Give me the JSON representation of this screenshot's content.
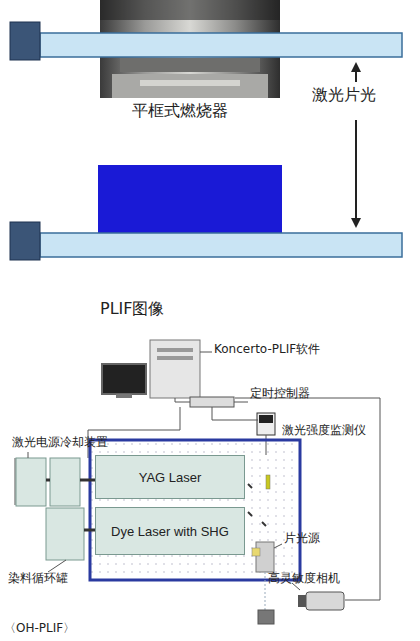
{
  "diagram": {
    "caption": "〈OH-PLIF〉",
    "nodes": [
      {
        "text": [
          "YAG Laser"
        ]
      },
      {
        "text": [
          "Dye Laser with SHG"
        ]
      }
    ],
    "labels": [
      "激光片光",
      "平框式燃烧器",
      "PLIF图像",
      "Koncerto-PLIF软件",
      "定时控制器",
      "激光强度监测仪",
      "激光电源冷却装置",
      "染料循环罐",
      "片光源",
      "高灵敏度相机"
    ]
  }
}
